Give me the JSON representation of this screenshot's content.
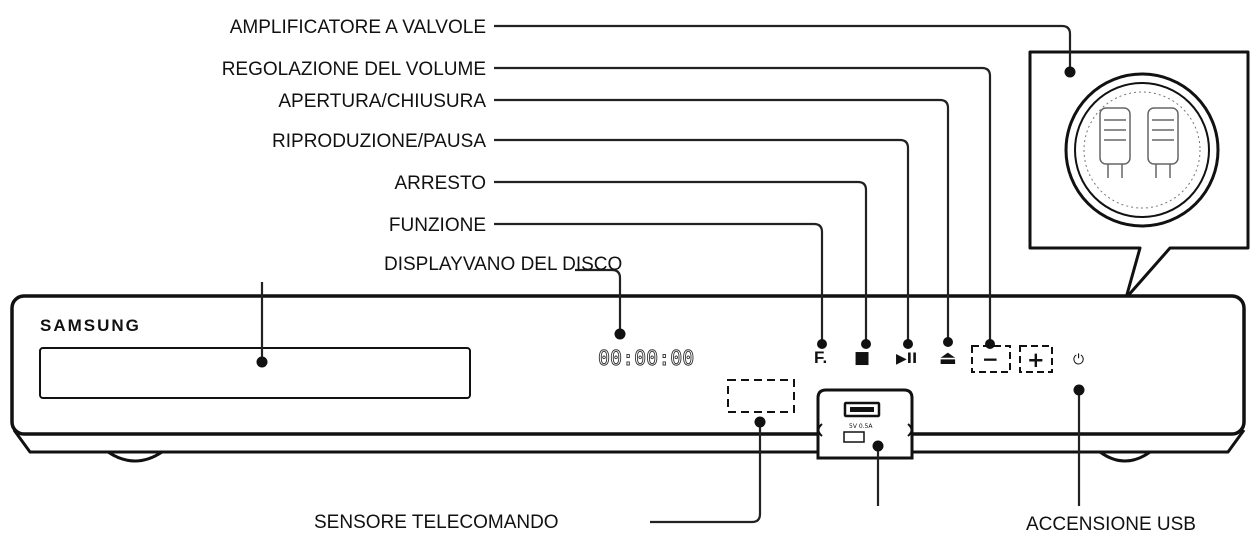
{
  "labels": {
    "tube_amplifier": "AMPLIFICATORE A VALVOLE",
    "volume": "REGOLAZIONE DEL VOLUME",
    "open_close": "APERTURA/CHIUSURA",
    "play_pause": "RIPRODUZIONE/PAUSA",
    "stop": "ARRESTO",
    "function": "FUNZIONE",
    "display_disc_tray": "DISPLAYVANO DEL DISCO",
    "remote_sensor": "SENSORE TELECOMANDO",
    "power_usb": "ACCENSIONE USB"
  },
  "device": {
    "brand": "SAMSUNG",
    "display_readout": "00:00:00",
    "function_glyph": "F.",
    "stop_glyph": "■",
    "play_pause_glyph": "▶II",
    "eject_glyph": "⏏",
    "volume_minus": "−",
    "volume_plus": "+",
    "power_glyph": "⏻",
    "usb_port_label": "5V 0.5A"
  },
  "icons": {
    "stop": "stop-icon",
    "play_pause": "play-pause-icon",
    "eject": "eject-icon",
    "power": "power-icon",
    "usb": "usb-port-icon",
    "vacuum_tubes": "vacuum-tube-icon"
  }
}
